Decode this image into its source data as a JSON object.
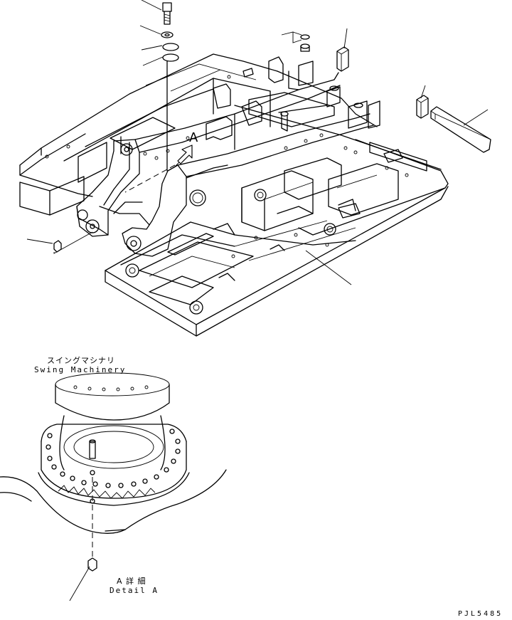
{
  "arrow_letter": "A",
  "swing_label_jp": "スイングマシナリ",
  "swing_label_en": "Swing Machinery",
  "detail_label_jp": "A 詳 細",
  "detail_label_en": "Detail A",
  "drawing_code": "PJL5485"
}
